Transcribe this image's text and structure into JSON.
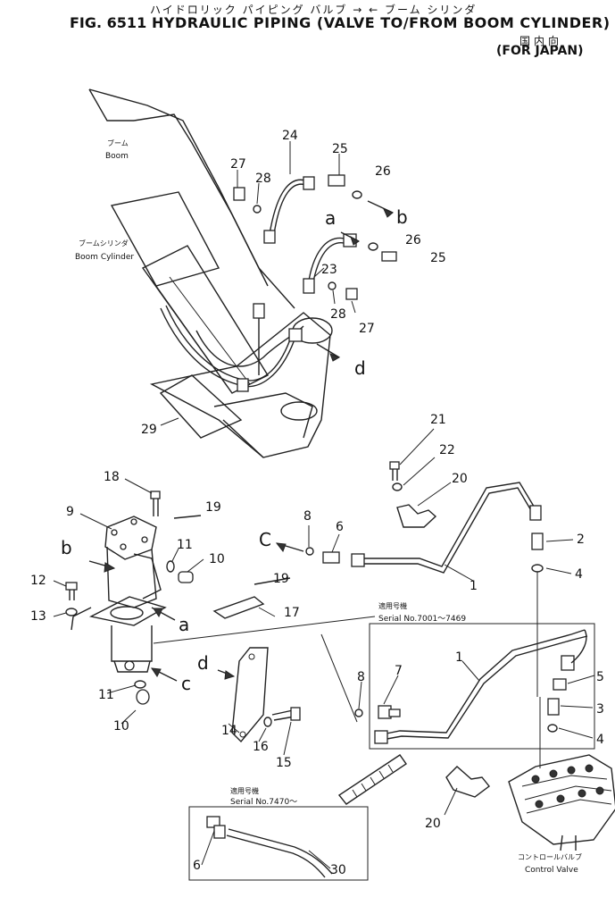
{
  "header": {
    "jp_title": "ハイドロリック パイピング バルブ → ← ブーム シリンダ",
    "fig_number": "FIG. 6511",
    "title": "HYDRAULIC PIPING (VALVE TO/FROM BOOM CYLINDER)",
    "jp_market": "国内向",
    "market": "(FOR JAPAN)"
  },
  "labels": {
    "boom_jp": "ブーム",
    "boom": "Boom",
    "boom_cyl_jp": "ブームシリンダ",
    "boom_cyl": "Boom Cylinder",
    "serial1_jp": "適用号機",
    "serial1": "Serial No.7001～7469",
    "serial2_jp": "適用号機",
    "serial2": "Serial No.7470～",
    "control_valve_jp": "コントロールバルブ",
    "control_valve": "Control Valve"
  },
  "connection_letters": {
    "a": "a",
    "b": "b",
    "c": "c",
    "d": "d",
    "C_upper": "C"
  },
  "callouts": {
    "p1": "1",
    "p1b": "1",
    "p2": "2",
    "p3": "3",
    "p4": "4",
    "p4b": "4",
    "p5": "5",
    "p6": "6",
    "p6b": "6",
    "p7": "7",
    "p8": "8",
    "p8b": "8",
    "p9": "9",
    "p10": "10",
    "p10b": "10",
    "p11": "11",
    "p11b": "11",
    "p12": "12",
    "p13": "13",
    "p14": "14",
    "p15": "15",
    "p16": "16",
    "p17": "17",
    "p18": "18",
    "p19": "19",
    "p19b": "19",
    "p20": "20",
    "p20b": "20",
    "p21": "21",
    "p22": "22",
    "p23": "23",
    "p24": "24",
    "p25": "25",
    "p25b": "25",
    "p26": "26",
    "p26b": "26",
    "p27": "27",
    "p27b": "27",
    "p28": "28",
    "p28b": "28",
    "p29": "29",
    "p30": "30"
  }
}
